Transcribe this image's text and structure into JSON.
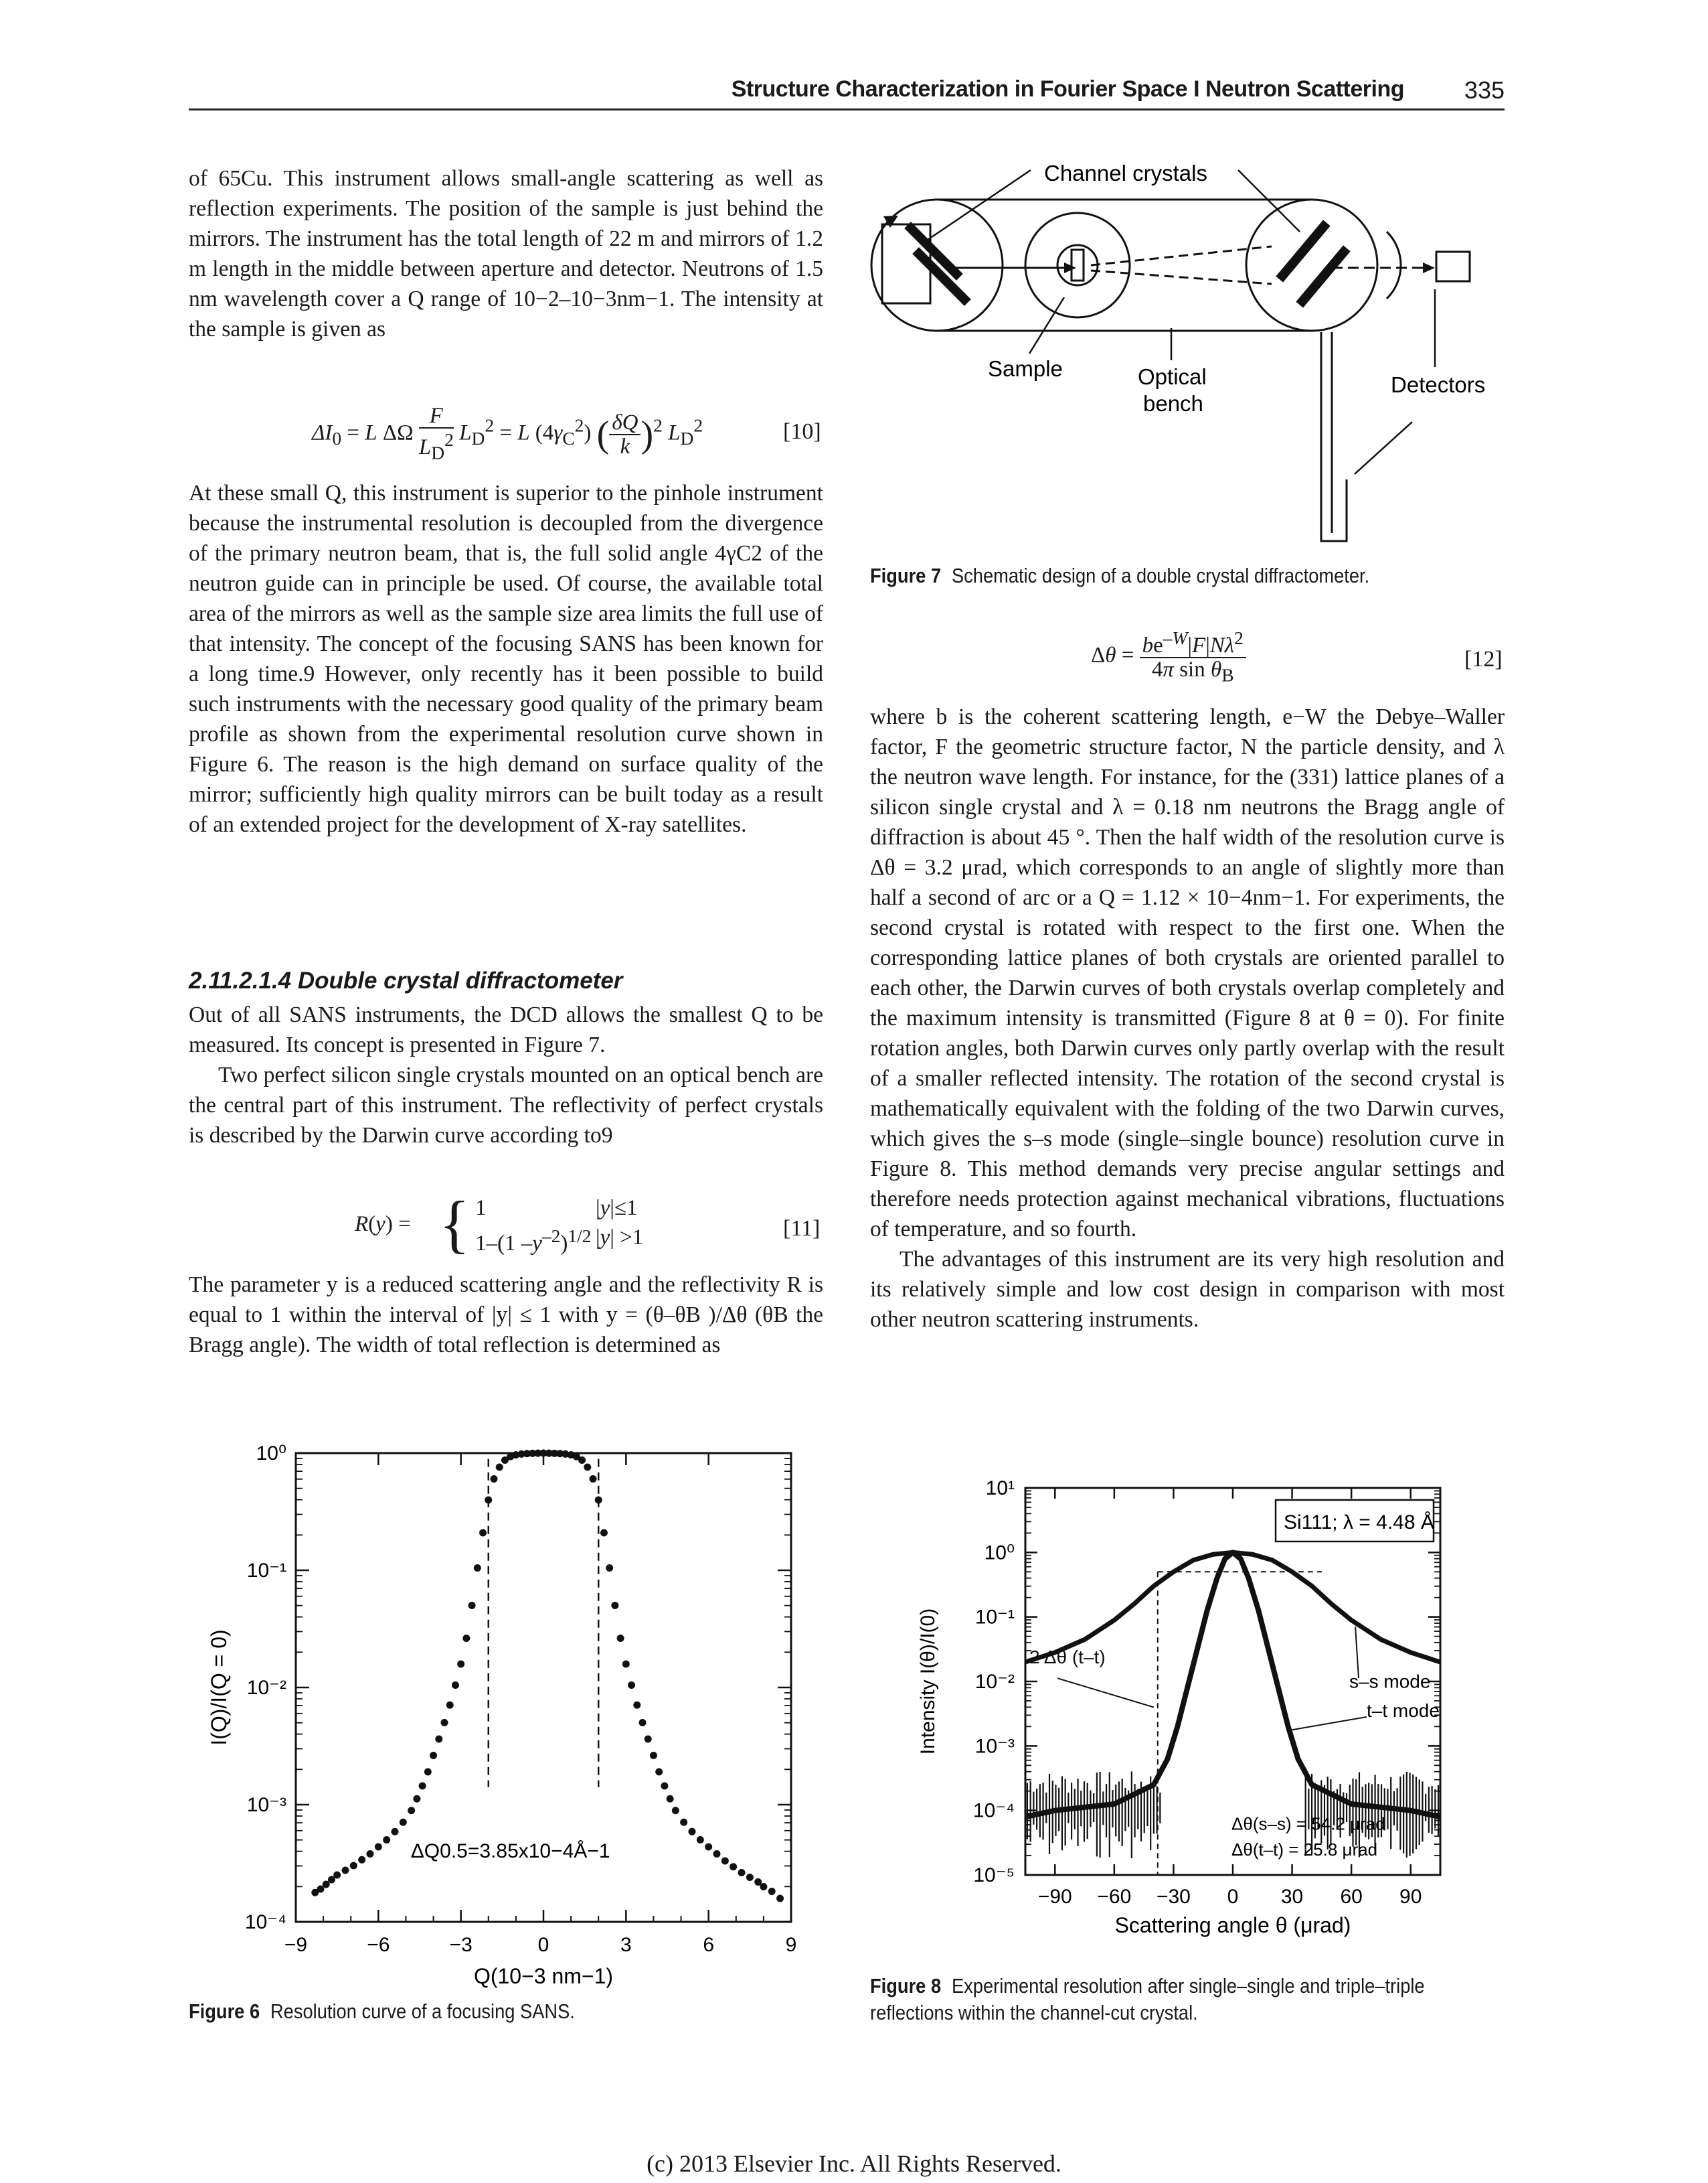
{
  "header": {
    "title": "Structure Characterization in Fourier Space I Neutron Scattering",
    "page_number": "335"
  },
  "left_column": {
    "para1": "of 65Cu. This instrument allows small-angle scattering as well as reflection experiments. The position of the sample is just behind the mirrors. The instrument has the total length of 22 m and mirrors of 1.2 m length in the middle between aperture and detector. Neutrons of 1.5 nm wavelength cover a Q range of 10−2–10−3nm−1. The intensity at the sample is given as",
    "eq10_number": "[10]",
    "para2": "At these small Q, this instrument is superior to the pinhole instrument because the instrumental resolution is decoupled from the divergence of the primary neutron beam, that is, the full solid angle 4γC2 of the neutron guide can in principle be used. Of course, the available total area of the mirrors as well as the sample size area limits the full use of that intensity. The concept of the focusing SANS has been known for a long time.9 However, only recently has it been possible to build such instruments with the necessary good quality of the primary beam profile as shown from the experimental resolution curve shown in Figure 6. The reason is the high demand on surface quality of the mirror; sufficiently high quality mirrors can be built today as a result of an extended project for the development of X-ray satellites.",
    "section_heading": "2.11.2.1.4 Double crystal diffractometer",
    "para3": "Out of all SANS instruments, the DCD allows the smallest Q to be measured. Its concept is presented in Figure 7.",
    "para4": "Two perfect silicon single crystals mounted on an optical bench are the central part of this instrument. The reflectivity of perfect crystals is described by the Darwin curve according to9",
    "eq11_number": "[11]",
    "para5": "The parameter y is a reduced scattering angle and the reflectivity R is equal to 1 within the interval of |y| ≤ 1 with y = (θ–θB )/Δθ (θB the Bragg angle). The width of total reflection is determined as"
  },
  "right_column": {
    "eq12_number": "[12]",
    "para6": "where b is the coherent scattering length, e−W the Debye–Waller factor, F the geometric structure factor, N the particle density, and λ the neutron wave length. For instance, for the (331) lattice planes of a silicon single crystal and λ = 0.18 nm neutrons the Bragg angle of diffraction is about 45 °. Then the half width of the resolution curve is Δθ = 3.2 μrad, which corresponds to an angle of slightly more than half a second of arc or a Q = 1.12 × 10−4nm−1. For experiments, the second crystal is rotated with respect to the first one. When the corresponding lattice planes of both crystals are oriented parallel to each other, the Darwin curves of both crystals overlap completely and the maximum intensity is transmitted (Figure 8 at θ = 0). For finite rotation angles, both Darwin curves only partly overlap with the result of a smaller reflected intensity. The rotation of the second crystal is mathematically equivalent with the folding of the two Darwin curves, which gives the s–s mode (single–single bounce) resolution curve in Figure 8. This method demands very precise angular settings and therefore needs protection against mechanical vibrations, fluctuations of temperature, and so fourth.",
    "para7": "The advantages of this instrument are its very high resolution and its relatively simple and low cost design in comparison with most other neutron scattering instruments."
  },
  "figure7": {
    "label_channel": "Channel crystals",
    "label_sample": "Sample",
    "label_optical": "Optical",
    "label_bench": "bench",
    "label_detectors": "Detectors",
    "caption_label": "Figure 7",
    "caption_text": "Schematic design of a double crystal diffractometer."
  },
  "figure6": {
    "caption_label": "Figure 6",
    "caption_text": "Resolution curve of a focusing SANS."
  },
  "figure8": {
    "caption_label": "Figure 8",
    "caption_line1": "Experimental resolution after single–single and triple–triple",
    "caption_line2": "reflections within the channel-cut crystal."
  },
  "chart_data": [
    {
      "type": "scatter",
      "id": "figure6",
      "xlabel": "Q(10−3 nm−1)",
      "ylabel": "I(Q)/I(Q = 0)",
      "xlim": [
        -9,
        9
      ],
      "ylim_log10": [
        -4,
        0
      ],
      "x_ticks": [
        "−9",
        "−6",
        "−3",
        "0",
        "3",
        "6",
        "9"
      ],
      "y_ticks": [
        "10⁰",
        "10⁻¹",
        "10⁻²",
        "10⁻³",
        "10⁻⁴"
      ],
      "annotation": "ΔQ0.5=3.85x10−4Å−1",
      "fwhm_dashed_x": [
        -2.0,
        2.0
      ],
      "series": [
        {
          "x": [
            -8.3,
            -8.1,
            -7.9,
            -7.7,
            -7.5,
            -7.2,
            -6.9,
            -6.6,
            -6.3,
            -6.0,
            -5.7,
            -5.4,
            -5.1,
            -4.8,
            -4.6,
            -4.4,
            -4.2,
            -4.0,
            -3.8,
            -3.6,
            -3.4,
            -3.2,
            -3.0,
            -2.8,
            -2.6,
            -2.4,
            -2.2,
            -2.0,
            -1.8,
            -1.6,
            -1.4,
            -1.2,
            -1.0,
            -0.8,
            -0.6,
            -0.4,
            -0.2,
            0.0,
            0.2,
            0.4,
            0.6,
            0.8,
            1.0,
            1.2,
            1.4,
            1.6,
            1.8,
            2.0,
            2.2,
            2.4,
            2.6,
            2.8,
            3.0,
            3.2,
            3.4,
            3.6,
            3.8,
            4.0,
            4.2,
            4.4,
            4.6,
            4.8,
            5.1,
            5.4,
            5.7,
            6.0,
            6.3,
            6.6,
            6.9,
            7.2,
            7.5,
            7.8,
            8.0,
            8.3,
            8.6
          ],
          "y_log10": [
            -3.75,
            -3.72,
            -3.68,
            -3.64,
            -3.6,
            -3.56,
            -3.52,
            -3.47,
            -3.42,
            -3.36,
            -3.3,
            -3.23,
            -3.15,
            -3.05,
            -2.95,
            -2.84,
            -2.72,
            -2.58,
            -2.44,
            -2.3,
            -2.15,
            -1.98,
            -1.8,
            -1.58,
            -1.3,
            -0.98,
            -0.68,
            -0.4,
            -0.22,
            -0.12,
            -0.06,
            -0.03,
            -0.015,
            -0.008,
            -0.004,
            -0.002,
            -0.001,
            0.0,
            -0.001,
            -0.002,
            -0.004,
            -0.008,
            -0.015,
            -0.03,
            -0.06,
            -0.12,
            -0.22,
            -0.4,
            -0.68,
            -0.98,
            -1.3,
            -1.58,
            -1.8,
            -1.98,
            -2.15,
            -2.3,
            -2.44,
            -2.58,
            -2.72,
            -2.84,
            -2.95,
            -3.05,
            -3.15,
            -3.23,
            -3.3,
            -3.36,
            -3.42,
            -3.48,
            -3.53,
            -3.58,
            -3.62,
            -3.66,
            -3.7,
            -3.74,
            -3.8
          ]
        }
      ]
    },
    {
      "type": "line",
      "id": "figure8",
      "xlabel": "Scattering angle θ (μrad)",
      "ylabel": "Intensity I(θ)/I(0)",
      "xlim": [
        -105,
        105
      ],
      "ylim_log10": [
        -5,
        1
      ],
      "x_ticks": [
        "−90",
        "−60",
        "−30",
        "0",
        "30",
        "60",
        "90"
      ],
      "y_ticks": [
        "10¹",
        "10⁰",
        "10⁻¹",
        "10⁻²",
        "10⁻³",
        "10⁻⁴",
        "10⁻⁵"
      ],
      "legend_box": "Si111; λ = 4.48 Å",
      "label_ss": "s–s mode",
      "label_tt": "t–t mode",
      "label_2dtheta": "2 Δθ (t–t)",
      "annotation_ss": "Δθ(s–s) = 54.2 μrad",
      "annotation_tt": "Δθ(t–t) = 25.8 μrad",
      "series": [
        {
          "name": "s–s mode",
          "x": [
            -105,
            -90,
            -75,
            -60,
            -50,
            -40,
            -30,
            -20,
            -10,
            0,
            10,
            20,
            30,
            40,
            50,
            60,
            75,
            90,
            105
          ],
          "y_log10": [
            -1.7,
            -1.55,
            -1.35,
            -1.05,
            -0.8,
            -0.52,
            -0.3,
            -0.12,
            -0.03,
            0.0,
            -0.03,
            -0.12,
            -0.3,
            -0.52,
            -0.8,
            -1.05,
            -1.35,
            -1.55,
            -1.7
          ]
        },
        {
          "name": "t–t mode",
          "x": [
            -105,
            -90,
            -60,
            -40,
            -33,
            -28,
            -23,
            -18,
            -13,
            -8,
            -4,
            0,
            4,
            8,
            13,
            18,
            23,
            28,
            33,
            40,
            60,
            90,
            105
          ],
          "y_log10": [
            -4.1,
            -4.0,
            -3.9,
            -3.6,
            -3.2,
            -2.7,
            -2.1,
            -1.5,
            -0.9,
            -0.4,
            -0.1,
            0.0,
            -0.1,
            -0.4,
            -0.9,
            -1.5,
            -2.1,
            -2.7,
            -3.2,
            -3.6,
            -3.9,
            -4.0,
            -4.1
          ]
        }
      ]
    }
  ]
}
